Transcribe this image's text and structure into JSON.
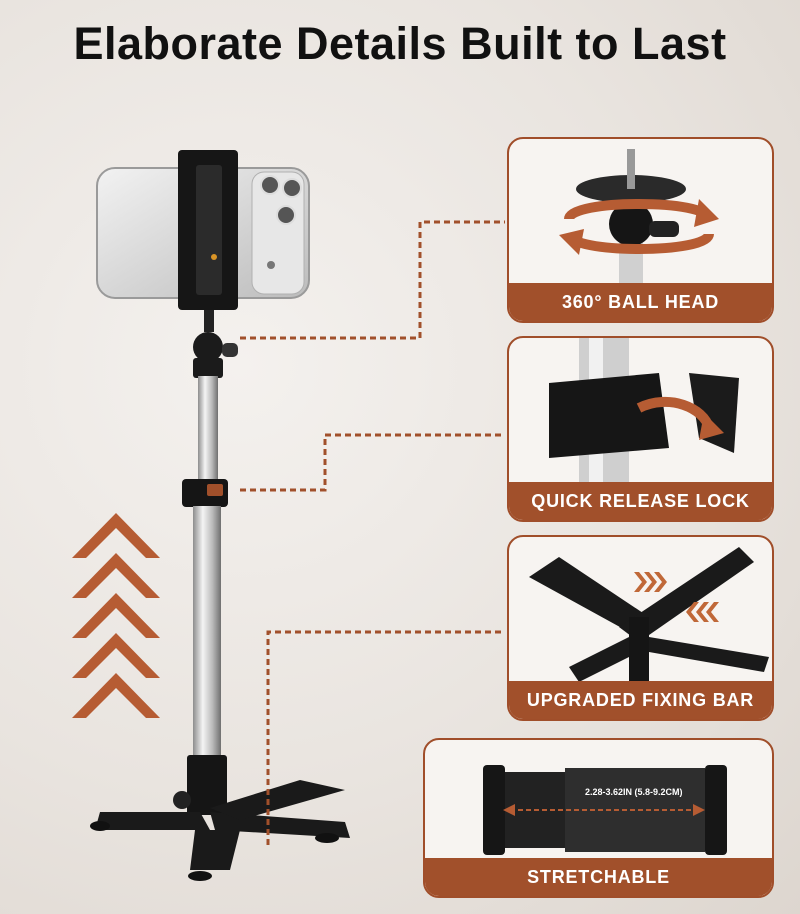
{
  "title": "Elaborate Details Built to Last",
  "features": [
    {
      "label": "360° BALL HEAD"
    },
    {
      "label": "QUICK RELEASE LOCK"
    },
    {
      "label": "UPGRADED FIXING BAR"
    },
    {
      "label": "STRETCHABLE"
    }
  ],
  "measurement": "2.28-3.62IN (5.8-9.2CM)",
  "colors": {
    "accent": "#a1502b",
    "arrow": "#b65c33"
  }
}
